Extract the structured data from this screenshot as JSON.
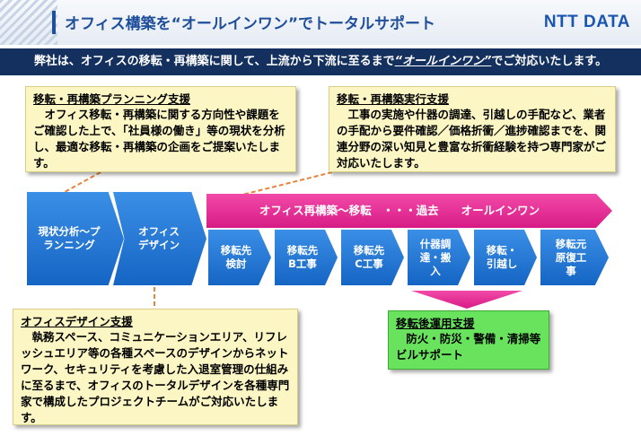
{
  "header": {
    "title": "オフィス構築を“オールインワン”でトータルサポート",
    "logo": "NTT DATA"
  },
  "banner": {
    "text_before": "弊社は、オフィスの移転・再構築に関して、上流から下流に至るまで",
    "emphasis": "“オールインワン”",
    "text_after": "でご対応いたします。"
  },
  "boxes": {
    "planning": {
      "title": "移転・再構築プランニング支援",
      "body": "オフィス移転・再構築に関する方向性や課題をご確認した上で、「社員様の働き」等の現状を分析し、最適な移転・再構築の企画をご提案いたします。"
    },
    "execution": {
      "title": "移転・再構築実行支援",
      "body": "工事の実施や什器の調達、引越しの手配など、業者の手配から要件確認／価格折衝／進捗確認までを、関連分野の深い知見と豊富な折衝経験を持つ専門家がご対応いたします。"
    },
    "design": {
      "title": "オフィスデザイン支援",
      "body": "執務スペース、コミュニケーションエリア、リフレッシュエリア等の各種スペースのデザインからネットワーク、セキュリティを考慮した入退室管理の仕組みに至るまで、オフィスのトータルデザインを各種専門家で構成したプロジェクトチームがご対応いたします。"
    },
    "operation": {
      "title": "移転後運用支援",
      "body": "防火・防災・警備・清掃等ビルサポート"
    }
  },
  "flow": {
    "phase1": "現状分析～プランニング",
    "phase2": "オフィスデザイン",
    "bar_label": "オフィス再構築～移転　・・・過去　　オールインワン",
    "steps": [
      "移転先検討",
      "移転先B工事",
      "移転先C工事",
      "什器調達・搬入",
      "移転・引越し",
      "移転元原復工事"
    ]
  },
  "colors": {
    "navy": "#14305e",
    "title_blue": "#1f4e9a",
    "chevron_blue": "#1565c4",
    "pink": "#d81b86",
    "note_yellow": "#fbf6c4",
    "green": "#69e35e",
    "connector_orange": "#e8833a"
  }
}
